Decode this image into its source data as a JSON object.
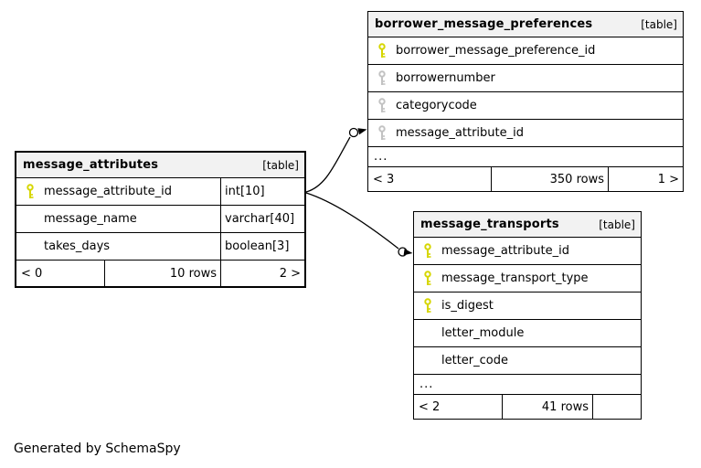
{
  "page": {
    "generated_by": "Generated by SchemaSpy"
  },
  "colors": {
    "primary_key_icon": "#d6d600",
    "foreign_key_icon": "#c2c2c2",
    "table_header_bg": "#f2f2f2",
    "border": "#000000"
  },
  "tables": {
    "message_attributes": {
      "title": "message_attributes",
      "tag": "[table]",
      "columns": [
        {
          "name": "message_attribute_id",
          "type": "int[10]",
          "key": "pk"
        },
        {
          "name": "message_name",
          "type": "varchar[40]",
          "key": ""
        },
        {
          "name": "takes_days",
          "type": "boolean[3]",
          "key": ""
        }
      ],
      "footer": {
        "prev": "< 0",
        "rows": "10 rows",
        "next": "2 >"
      }
    },
    "borrower_message_preferences": {
      "title": "borrower_message_preferences",
      "tag": "[table]",
      "columns": [
        {
          "name": "borrower_message_preference_id",
          "key": "pk"
        },
        {
          "name": "borrowernumber",
          "key": "fk"
        },
        {
          "name": "categorycode",
          "key": "fk"
        },
        {
          "name": "message_attribute_id",
          "key": "fk"
        }
      ],
      "ellipsis": "...",
      "footer": {
        "prev": "< 3",
        "rows": "350 rows",
        "next": "1 >"
      }
    },
    "message_transports": {
      "title": "message_transports",
      "tag": "[table]",
      "columns": [
        {
          "name": "message_attribute_id",
          "key": "pk"
        },
        {
          "name": "message_transport_type",
          "key": "pk"
        },
        {
          "name": "is_digest",
          "key": "pk"
        },
        {
          "name": "letter_module",
          "key": ""
        },
        {
          "name": "letter_code",
          "key": ""
        }
      ],
      "ellipsis": "...",
      "footer": {
        "prev": "< 2",
        "rows": "41 rows",
        "next": ""
      }
    }
  },
  "relationships": [
    {
      "from": "message_attributes.message_attribute_id",
      "to": "borrower_message_preferences.message_attribute_id"
    },
    {
      "from": "message_attributes.message_attribute_id",
      "to": "message_transports.message_attribute_id"
    }
  ]
}
